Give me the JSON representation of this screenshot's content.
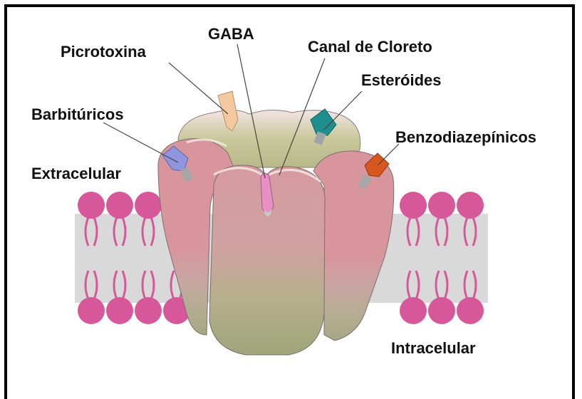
{
  "diagram": {
    "labels": {
      "picrotoxina": "Picrotoxina",
      "gaba": "GABA",
      "canal_de_cloreto": "Canal de Cloreto",
      "esteroides": "Esteróides",
      "barbituricos": "Barbitúricos",
      "benzodiazepinicos": "Benzodiazepínicos",
      "extracelular": "Extracelular",
      "intracelular": "Intracelular"
    },
    "colors": {
      "lipid_head": "#d6589a",
      "membrane_core": "#d9d9d9",
      "receptor_body": "#d9959c",
      "receptor_band": "#c4c59a",
      "receptor_lower": "#a6a783",
      "picrotoxina_site": "#f5c9a0",
      "gaba_site": "#e88fc4",
      "esteroides_site": "#1f8e8e",
      "barbituricos_site": "#8f96de",
      "benzodiazepinicos_site": "#d8571f",
      "border": "#000000"
    }
  }
}
